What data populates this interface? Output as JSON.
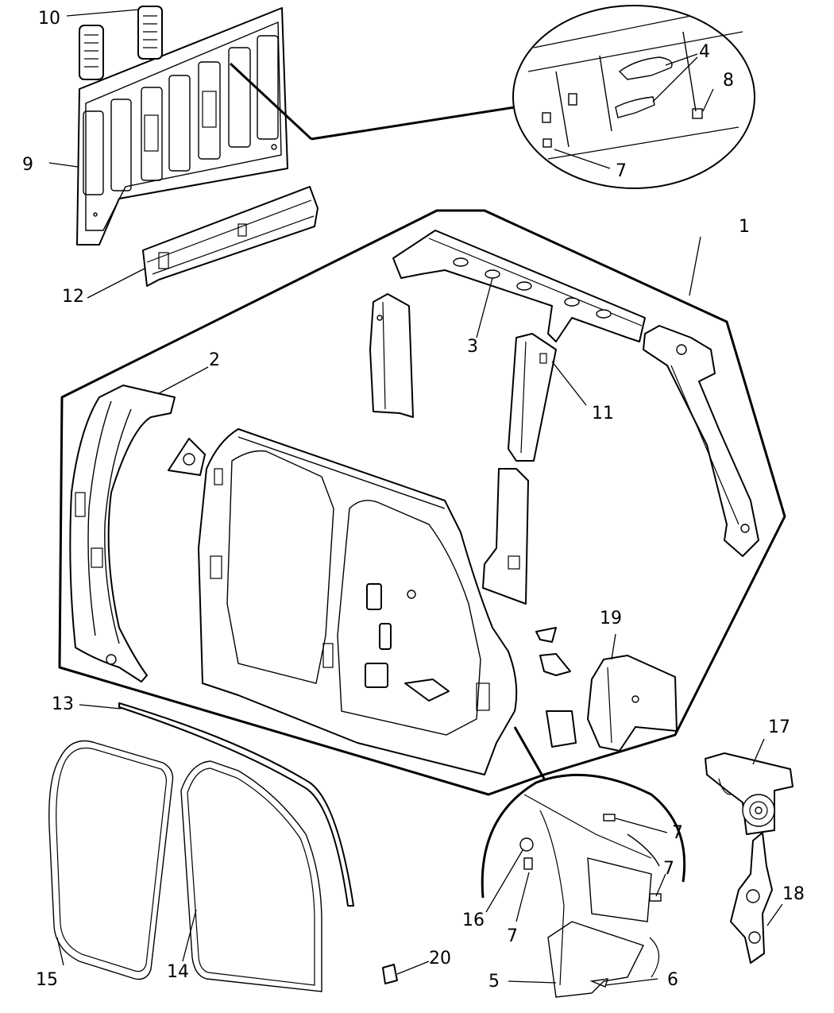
{
  "callouts": {
    "c1": "1",
    "c2": "2",
    "c3": "3",
    "c4": "4",
    "c5": "5",
    "c6": "6",
    "c7a": "7",
    "c7b": "7",
    "c7c": "7",
    "c7d": "7",
    "c8": "8",
    "c9": "9",
    "c10": "10",
    "c11": "11",
    "c12": "12",
    "c13": "13",
    "c14": "14",
    "c15": "15",
    "c16": "16",
    "c17": "17",
    "c18": "18",
    "c19": "19",
    "c20": "20"
  },
  "colors": {
    "line": "#000000",
    "background": "#ffffff"
  }
}
